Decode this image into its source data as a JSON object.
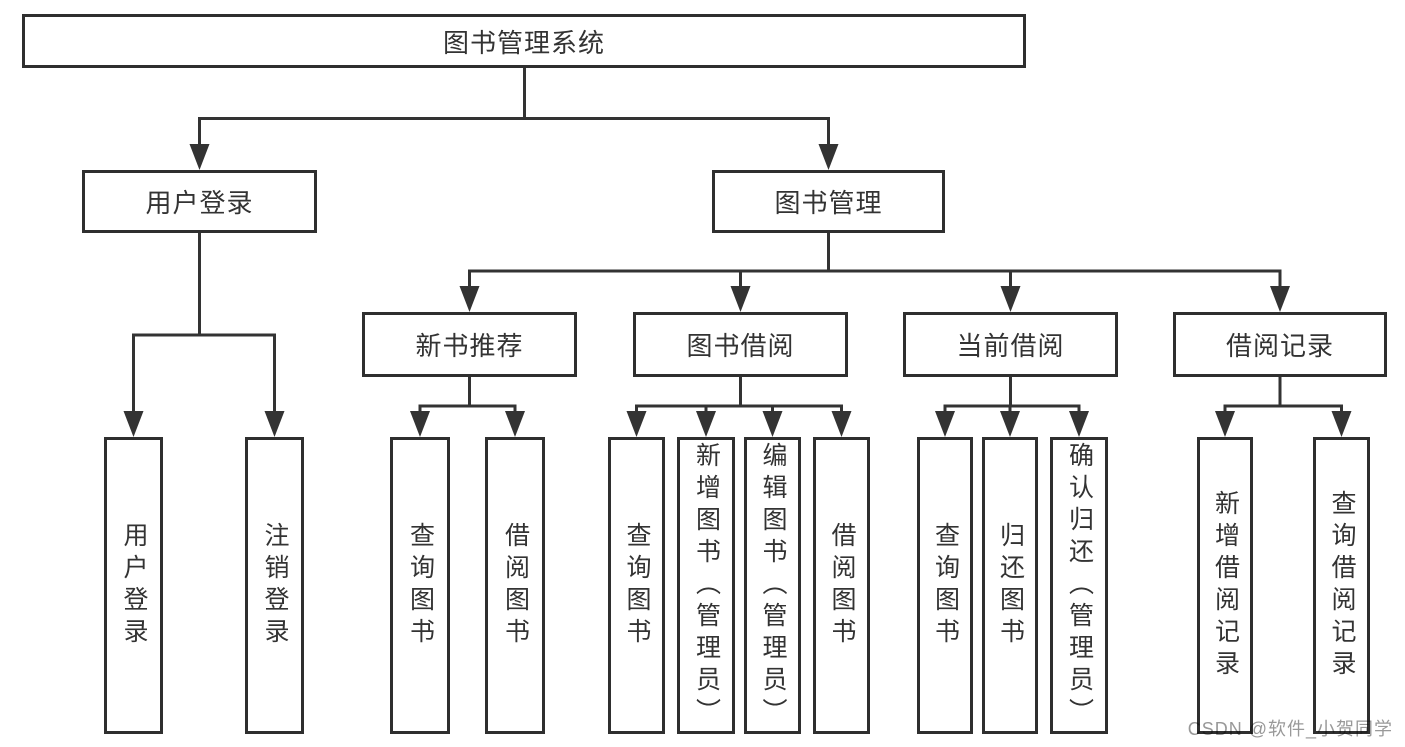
{
  "tree": {
    "label": "图书管理系统",
    "children": [
      {
        "label": "用户登录",
        "children": [
          {
            "label": "用户登录"
          },
          {
            "label": "注销登录"
          }
        ]
      },
      {
        "label": "图书管理",
        "children": [
          {
            "label": "新书推荐",
            "children": [
              {
                "label": "查询图书"
              },
              {
                "label": "借阅图书"
              }
            ]
          },
          {
            "label": "图书借阅",
            "children": [
              {
                "label": "查询图书"
              },
              {
                "label": "新增图书（管理员）"
              },
              {
                "label": "编辑图书（管理员）"
              },
              {
                "label": "借阅图书"
              }
            ]
          },
          {
            "label": "当前借阅",
            "children": [
              {
                "label": "查询图书"
              },
              {
                "label": "归还图书"
              },
              {
                "label": "确认归还（管理员）"
              }
            ]
          },
          {
            "label": "借阅记录",
            "children": [
              {
                "label": "新增借阅记录"
              },
              {
                "label": "查询借阅记录"
              }
            ]
          }
        ]
      }
    ]
  },
  "watermark": {
    "text": "CSDN @软件_小贺同学"
  },
  "colors": {
    "background": "#ffffff",
    "line": "#333333",
    "box_border": "#2f2f2f",
    "box_text": "#333333",
    "watermark_text": "#999999"
  }
}
